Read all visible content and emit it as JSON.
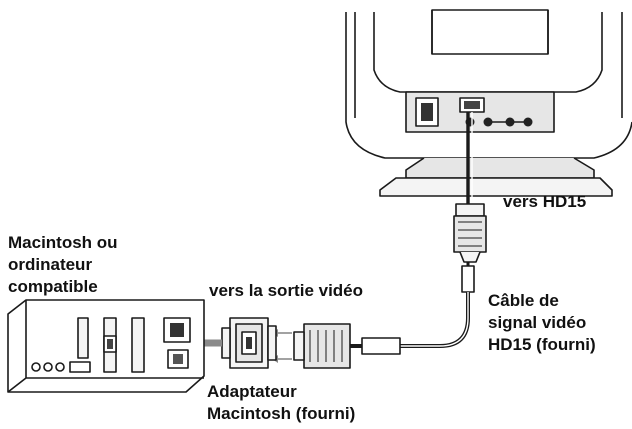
{
  "labels": {
    "monitor_port": "vers HD15",
    "computer": [
      "Macintosh ou",
      "ordinateur",
      "compatible"
    ],
    "video_out": "vers la sortie vidéo",
    "cable": [
      "Câble de",
      "signal vidéo",
      "HD15 (fourni)"
    ],
    "adapter": [
      "Adaptateur",
      "Macintosh (fourni)"
    ]
  },
  "colors": {
    "line": "#1a1a1a",
    "panel": "#e6e6e6",
    "body": "#f4f4f4",
    "arrow": "#8a8a8a"
  }
}
